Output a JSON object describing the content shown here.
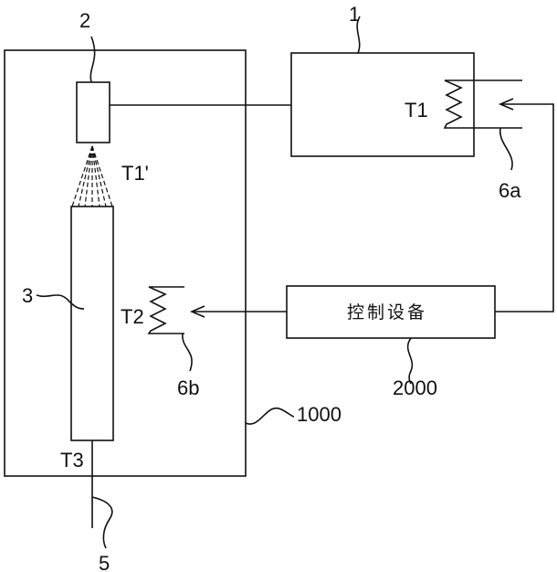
{
  "labels": {
    "heater_unit": "1",
    "nozzle": "2",
    "column": "3",
    "outlet": "5",
    "sensor_a": "6a",
    "sensor_b": "6b",
    "chamber": "1000",
    "controller_ref": "2000",
    "controller_text": "控制设备",
    "temp_t1": "T1",
    "temp_t1_prime": "T1'",
    "temp_t2": "T2",
    "temp_t3": "T3"
  }
}
